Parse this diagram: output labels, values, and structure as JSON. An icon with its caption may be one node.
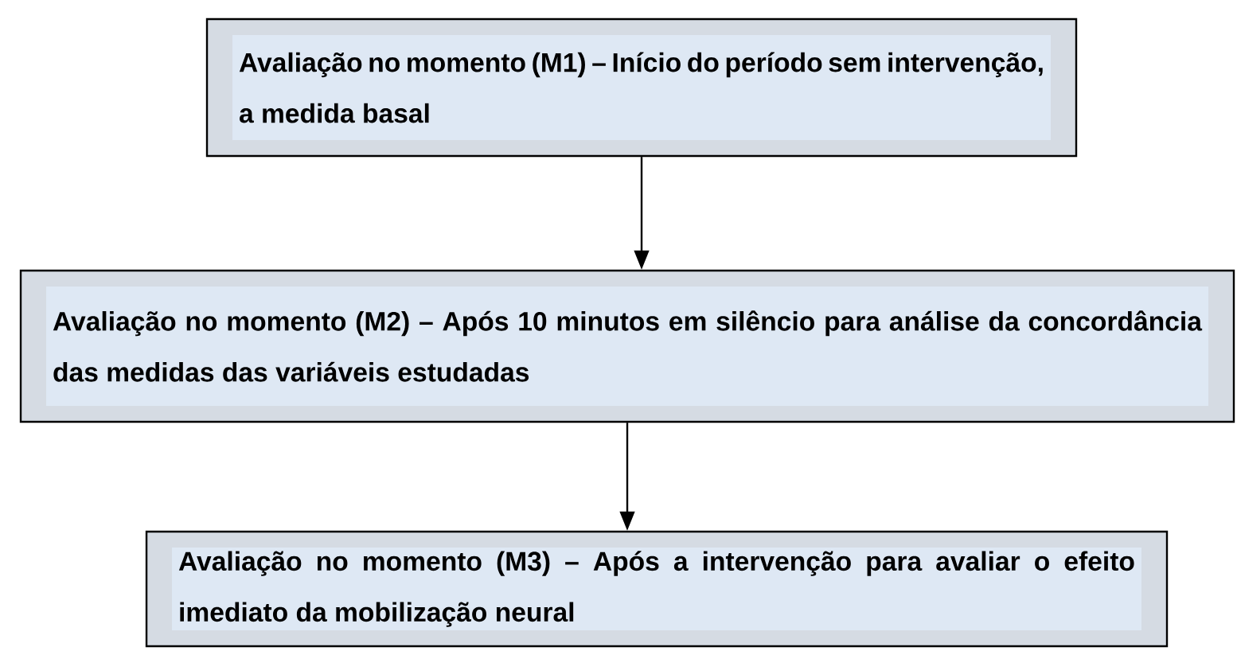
{
  "diagram": {
    "nodes": [
      {
        "text": [
          "Avaliação no momento (M1) – Início do período sem intervenção, a medida basal"
        ]
      },
      {
        "text": [
          "Avaliação no momento (M2) – Após 10 minutos em silêncio para análise da concordância das medidas das variáveis estudadas"
        ]
      },
      {
        "text": [
          "Avaliação no momento (M3) – Após a intervenção para avaliar o efeito imediato da mobilização neural"
        ]
      }
    ],
    "edges": [
      {
        "from": 0,
        "to": 1,
        "arrow": "to"
      },
      {
        "from": 1,
        "to": 2,
        "arrow": "to"
      }
    ]
  }
}
